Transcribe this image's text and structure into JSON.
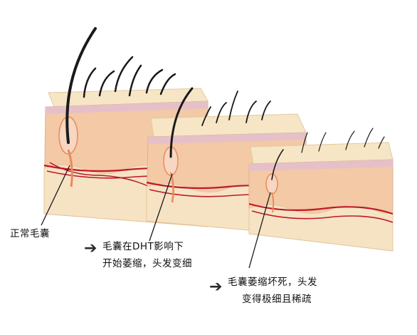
{
  "labels": {
    "normal": "正常毛囊",
    "shrinking_line1": "毛囊在DHT影响下",
    "shrinking_line2": "开始萎缩，头发变细",
    "dead_line1": "毛囊萎缩坏死，头发",
    "dead_line2": "变得极细且稀疏"
  },
  "colors": {
    "skin_top": "#f6e6c6",
    "skin_side": "#f3c9a6",
    "epidermis": "#e6c0c8",
    "dermis": "#f1cfb2",
    "fat_layer": "#f6e3c4",
    "blood_vessel": "#c0182a",
    "hair": "#1a1a1a",
    "follicle": "#e98a5f"
  }
}
